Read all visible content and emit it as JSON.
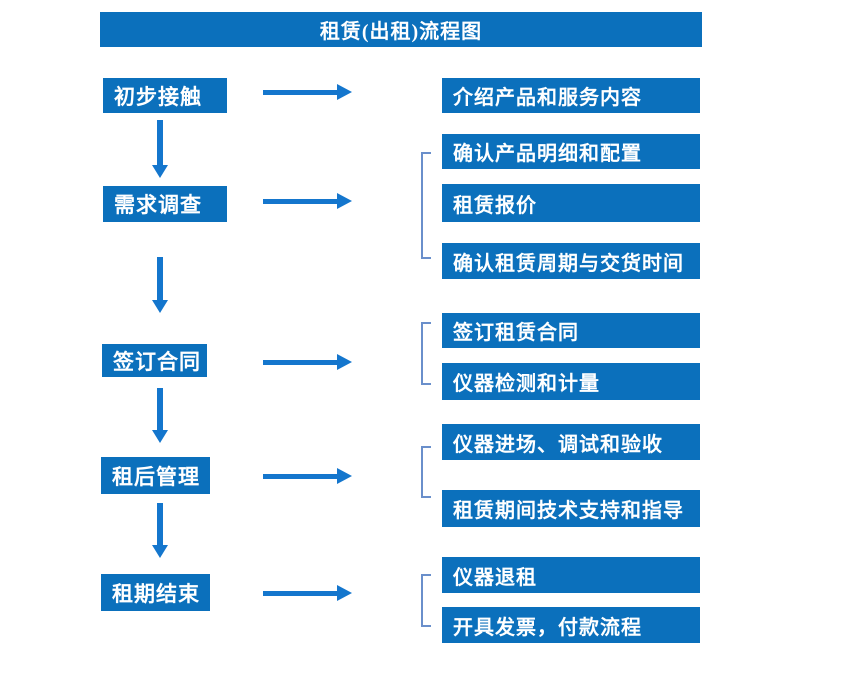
{
  "title": "租赁(出租)流程图",
  "colors": {
    "box_blue": "#0b70bc",
    "arrow_blue": "#1476cd",
    "bracket_blue": "#6a8fcb",
    "text_white": "#ffffff",
    "background": "#ffffff"
  },
  "steps": [
    {
      "label": "初步接触",
      "outputs": [
        "介绍产品和服务内容"
      ]
    },
    {
      "label": "需求调查",
      "outputs": [
        "确认产品明细和配置",
        "租赁报价",
        "确认租赁周期与交货时间"
      ]
    },
    {
      "label": "签订合同",
      "outputs": [
        "签订租赁合同",
        "仪器检测和计量"
      ]
    },
    {
      "label": "租后管理",
      "outputs": [
        "仪器进场、调试和验收",
        "租赁期间技术支持和指导"
      ]
    },
    {
      "label": "租期结束",
      "outputs": [
        "仪器退租",
        "开具发票，付款流程"
      ]
    }
  ]
}
